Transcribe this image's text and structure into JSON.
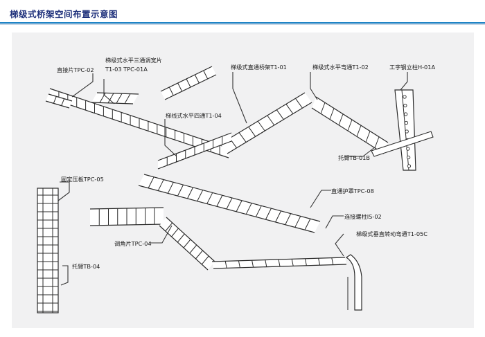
{
  "title": "梯级式桥架空间布置示意图",
  "colors": {
    "title": "#1d2f7a",
    "rule": "#1f84c6",
    "panel": "#f1f1f2",
    "line": "#222222"
  },
  "labels": {
    "tpc02": "直接片TPC-02",
    "t103_line1": "梯级式水平三通调宽片",
    "t103_line2": "T1-03 TPC-01A",
    "t104": "梯线式水平四通T1-04",
    "t101": "梯级式直通桥架T1-01",
    "t102": "梯级式水平弯通T1-02",
    "h01a": "工字钢立柱H-01A",
    "tb01b": "托臂TB-01B",
    "tpc05": "固定压板TPC-05",
    "tpc08": "直通护罩TPC-08",
    "is02": "连接螺柱IS-02",
    "t105c": "梯级式垂直转动弯通T1-05C",
    "tpc04": "调角片TPC-04",
    "tb04": "托臂TB-04"
  }
}
